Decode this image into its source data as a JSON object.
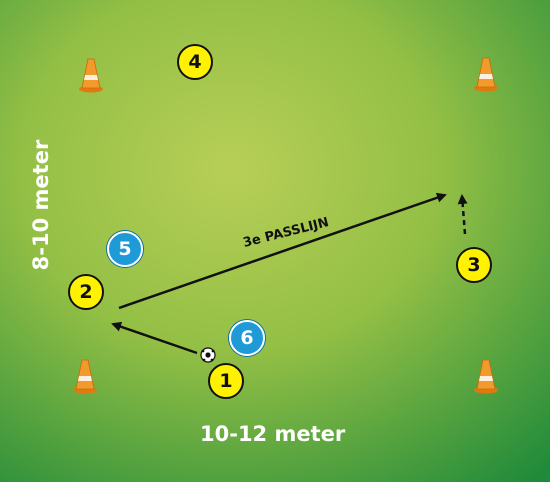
{
  "labels": {
    "width": "10-12 meter",
    "height": "8-10 meter",
    "pass": "3e PASSLIJN"
  },
  "players": [
    {
      "number": "1",
      "color": "yellow"
    },
    {
      "number": "2",
      "color": "yellow"
    },
    {
      "number": "3",
      "color": "yellow"
    },
    {
      "number": "4",
      "color": "yellow"
    },
    {
      "number": "5",
      "color": "blue"
    },
    {
      "number": "6",
      "color": "blue"
    }
  ],
  "icons": {
    "cone": "cone-icon",
    "ball": "soccer-ball-icon"
  },
  "colors": {
    "field_light": "#a9c84a",
    "field_dark": "#1f8a3a",
    "yellow_player": "#fff200",
    "blue_player": "#1e9ad6",
    "cone": "#f08a1c",
    "text": "#ffffff",
    "arrow": "#111111"
  }
}
